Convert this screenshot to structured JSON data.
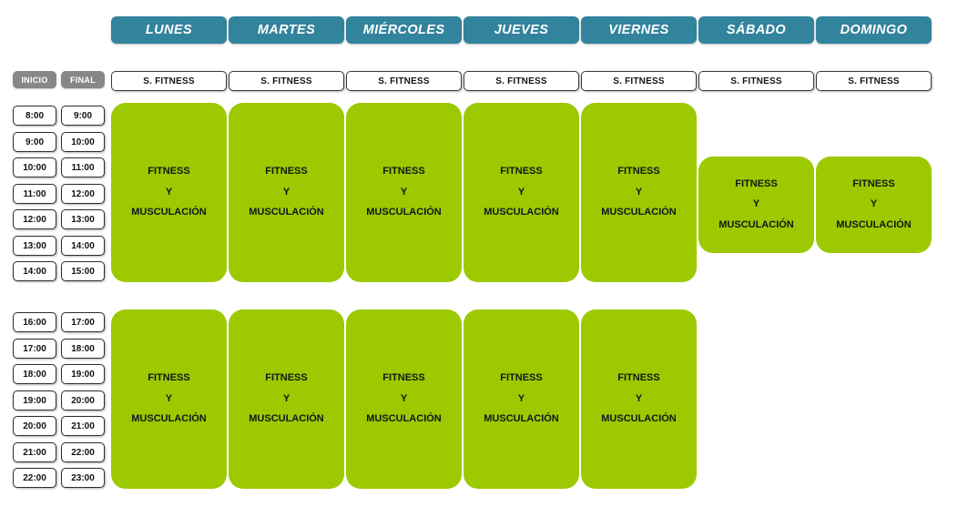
{
  "theme": {
    "header_teal": "#32839C",
    "slot_green": "#9CC900",
    "label_gray": "#878787",
    "box_white": "#FFFFFF",
    "text_dark": "#14161A"
  },
  "columns": {
    "start_label": "INICIO",
    "end_label": "FINAL"
  },
  "days": [
    {
      "label": "LUNES"
    },
    {
      "label": "MARTES"
    },
    {
      "label": "MIÉRCOLES"
    },
    {
      "label": "JUEVES"
    },
    {
      "label": "VIERNES"
    },
    {
      "label": "SÁBADO"
    },
    {
      "label": "DOMINGO"
    }
  ],
  "service_row": [
    {
      "label": "S. FITNESS"
    },
    {
      "label": "S. FITNESS"
    },
    {
      "label": "S. FITNESS"
    },
    {
      "label": "S. FITNESS"
    },
    {
      "label": "S. FITNESS"
    },
    {
      "label": "S. FITNESS"
    },
    {
      "label": "S. FITNESS"
    }
  ],
  "morning_times": [
    {
      "start": "8:00",
      "end": "9:00"
    },
    {
      "start": "9:00",
      "end": "10:00"
    },
    {
      "start": "10:00",
      "end": "11:00"
    },
    {
      "start": "11:00",
      "end": "12:00"
    },
    {
      "start": "12:00",
      "end": "13:00"
    },
    {
      "start": "13:00",
      "end": "14:00"
    },
    {
      "start": "14:00",
      "end": "15:00"
    }
  ],
  "evening_times": [
    {
      "start": "16:00",
      "end": "17:00"
    },
    {
      "start": "17:00",
      "end": "18:00"
    },
    {
      "start": "18:00",
      "end": "19:00"
    },
    {
      "start": "19:00",
      "end": "20:00"
    },
    {
      "start": "20:00",
      "end": "21:00"
    },
    {
      "start": "21:00",
      "end": "22:00"
    },
    {
      "start": "22:00",
      "end": "23:00"
    }
  ],
  "activity": {
    "line1": "FITNESS",
    "line2": "Y",
    "line3": "MUSCULACIÓN"
  },
  "morning_slots": [
    {
      "day": "LUNES",
      "line1": "FITNESS",
      "line2": "Y",
      "line3": "MUSCULACIÓN"
    },
    {
      "day": "MARTES",
      "line1": "FITNESS",
      "line2": "Y",
      "line3": "MUSCULACIÓN"
    },
    {
      "day": "MIÉRCOLES",
      "line1": "FITNESS",
      "line2": "Y",
      "line3": "MUSCULACIÓN"
    },
    {
      "day": "JUEVES",
      "line1": "FITNESS",
      "line2": "Y",
      "line3": "MUSCULACIÓN"
    },
    {
      "day": "VIERNES",
      "line1": "FITNESS",
      "line2": "Y",
      "line3": "MUSCULACIÓN"
    },
    {
      "day": "SÁBADO",
      "line1": "FITNESS",
      "line2": "Y",
      "line3": "MUSCULACIÓN"
    },
    {
      "day": "DOMINGO",
      "line1": "FITNESS",
      "line2": "Y",
      "line3": "MUSCULACIÓN"
    }
  ],
  "evening_slots": [
    {
      "day": "LUNES",
      "line1": "FITNESS",
      "line2": "Y",
      "line3": "MUSCULACIÓN"
    },
    {
      "day": "MARTES",
      "line1": "FITNESS",
      "line2": "Y",
      "line3": "MUSCULACIÓN"
    },
    {
      "day": "MIÉRCOLES",
      "line1": "FITNESS",
      "line2": "Y",
      "line3": "MUSCULACIÓN"
    },
    {
      "day": "JUEVES",
      "line1": "FITNESS",
      "line2": "Y",
      "line3": "MUSCULACIÓN"
    },
    {
      "day": "VIERNES",
      "line1": "FITNESS",
      "line2": "Y",
      "line3": "MUSCULACIÓN"
    }
  ]
}
